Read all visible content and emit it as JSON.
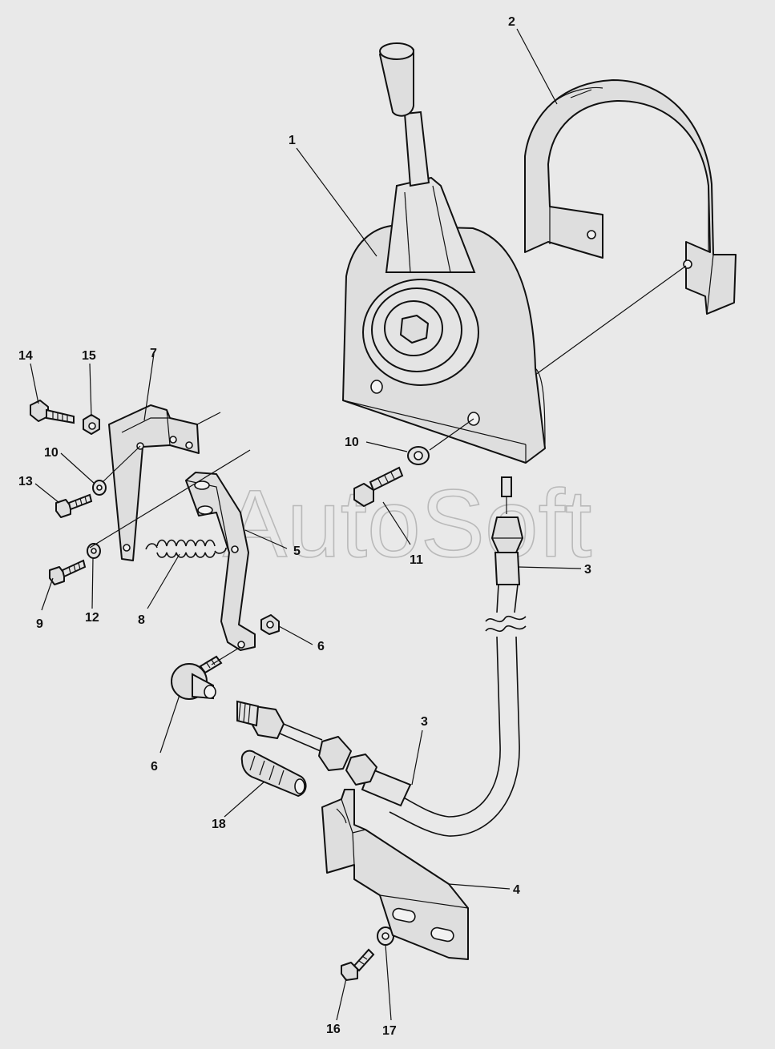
{
  "watermark": "AutoSoft",
  "callouts": [
    {
      "id": "c1",
      "label": "1"
    },
    {
      "id": "c2",
      "label": "2"
    },
    {
      "id": "c3a",
      "label": "3"
    },
    {
      "id": "c3b",
      "label": "3"
    },
    {
      "id": "c4",
      "label": "4"
    },
    {
      "id": "c5",
      "label": "5"
    },
    {
      "id": "c6a",
      "label": "6"
    },
    {
      "id": "c6b",
      "label": "6"
    },
    {
      "id": "c7",
      "label": "7"
    },
    {
      "id": "c8",
      "label": "8"
    },
    {
      "id": "c9",
      "label": "9"
    },
    {
      "id": "c10a",
      "label": "10"
    },
    {
      "id": "c10b",
      "label": "10"
    },
    {
      "id": "c11",
      "label": "11"
    },
    {
      "id": "c12",
      "label": "12"
    },
    {
      "id": "c13",
      "label": "13"
    },
    {
      "id": "c14",
      "label": "14"
    },
    {
      "id": "c15",
      "label": "15"
    },
    {
      "id": "c16",
      "label": "16"
    },
    {
      "id": "c17",
      "label": "17"
    },
    {
      "id": "c18",
      "label": "18"
    }
  ]
}
